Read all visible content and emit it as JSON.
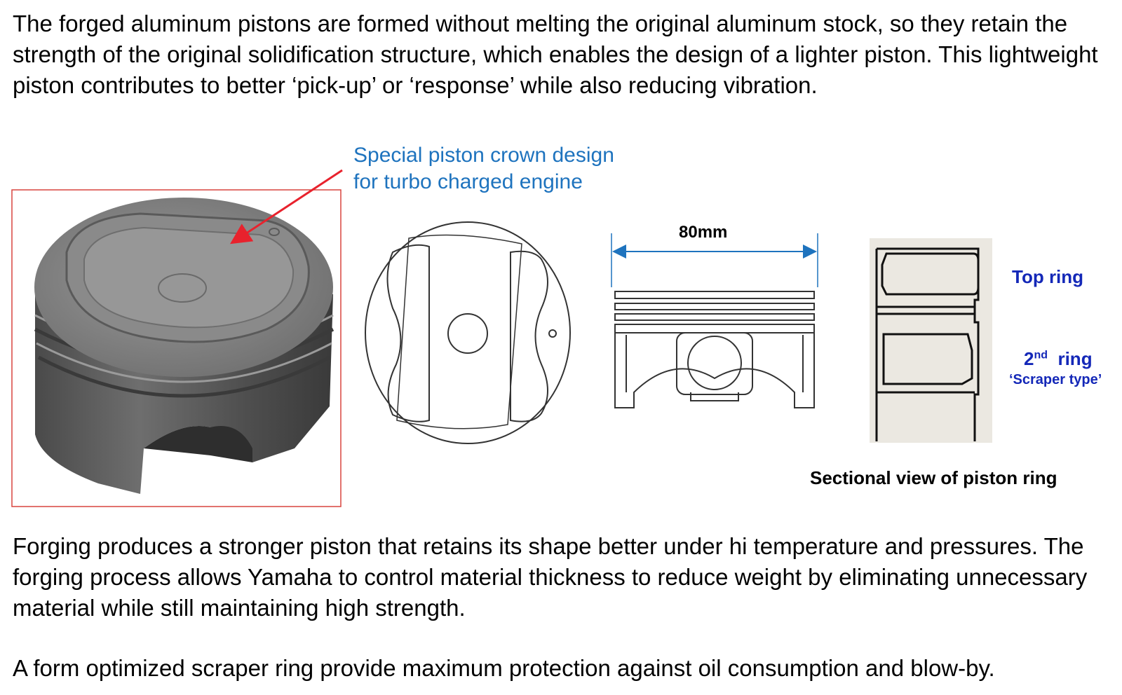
{
  "paragraphs": {
    "intro": "The forged aluminum pistons are formed without melting the original aluminum stock, so they retain the strength of the original solidification structure, which enables the design of a lighter piston. This lightweight piston contributes to better ‘pick-up’ or ‘response’ while also reducing vibration.",
    "forging": "Forging produces a stronger piston that retains its shape better under hi temperature and pressures. The forging process allows Yamaha to control material thickness to reduce weight by eliminating unnecessary material while still maintaining high strength.",
    "scraper": "A form optimized scraper ring provide maximum protection against oil consumption and blow-by."
  },
  "callout": {
    "line1": "Special piston crown design",
    "line2": "for turbo charged engine",
    "color": "#1e73be",
    "arrow_color": "#e8222d"
  },
  "figures": {
    "dimension": "80mm",
    "top_ring": "Top ring",
    "second_ring_number": "2",
    "second_ring_suffix": "nd",
    "second_ring_word": "ring",
    "scraper_type": "‘Scraper type’",
    "section_caption": "Sectional view of piston ring",
    "label_color": "#1428b8"
  }
}
